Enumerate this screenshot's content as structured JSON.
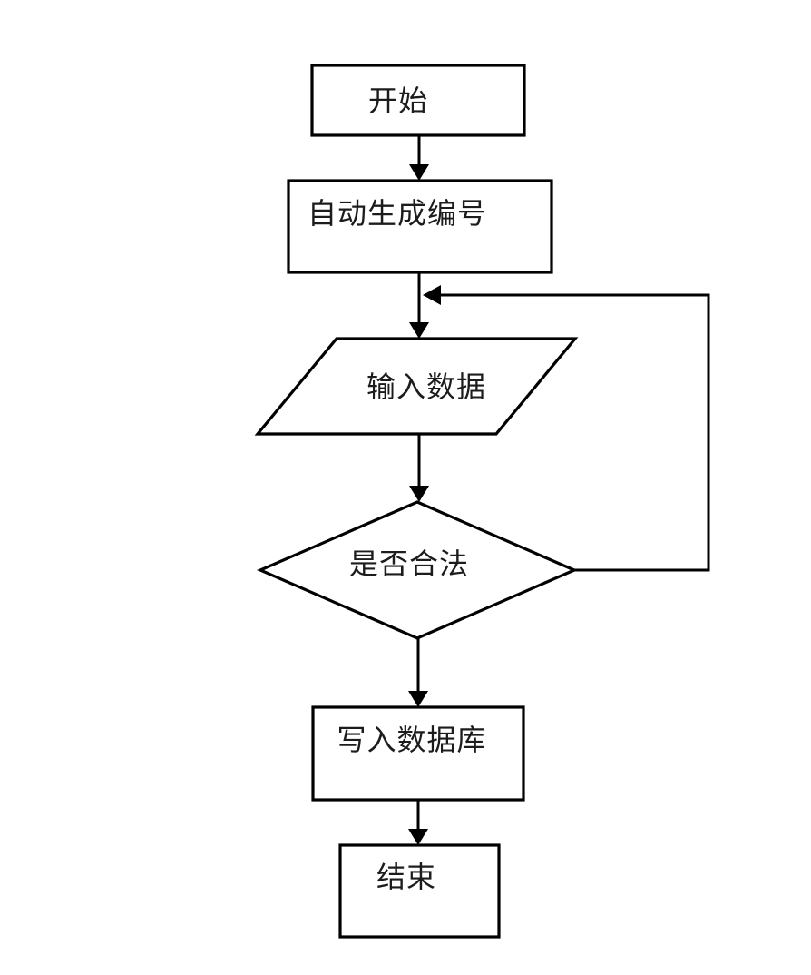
{
  "flowchart": {
    "title": "data-entry-flowchart",
    "background_color": "#ffffff",
    "stroke_color": "#000000",
    "text_color": "#1c1c1c",
    "nodes": [
      {
        "id": "start",
        "type": "rectangle",
        "label": "开始"
      },
      {
        "id": "auto-generate-id",
        "type": "rectangle",
        "label": "自动生成编号"
      },
      {
        "id": "input-data",
        "type": "parallelogram",
        "label": "输入数据"
      },
      {
        "id": "is-valid",
        "type": "diamond",
        "label": "是否合法"
      },
      {
        "id": "write-database",
        "type": "rectangle",
        "label": "写入数据库"
      },
      {
        "id": "end",
        "type": "rectangle",
        "label": "结束"
      }
    ],
    "edges": [
      {
        "from": "start",
        "to": "auto-generate-id",
        "style": "arrow-down"
      },
      {
        "from": "auto-generate-id",
        "to": "input-data",
        "style": "arrow-down"
      },
      {
        "from": "input-data",
        "to": "is-valid",
        "style": "arrow-down"
      },
      {
        "from": "is-valid",
        "to": "write-database",
        "style": "arrow-down"
      },
      {
        "from": "is-valid",
        "to": "input-data",
        "style": "loop-back-right"
      },
      {
        "from": "write-database",
        "to": "end",
        "style": "arrow-down"
      }
    ]
  }
}
